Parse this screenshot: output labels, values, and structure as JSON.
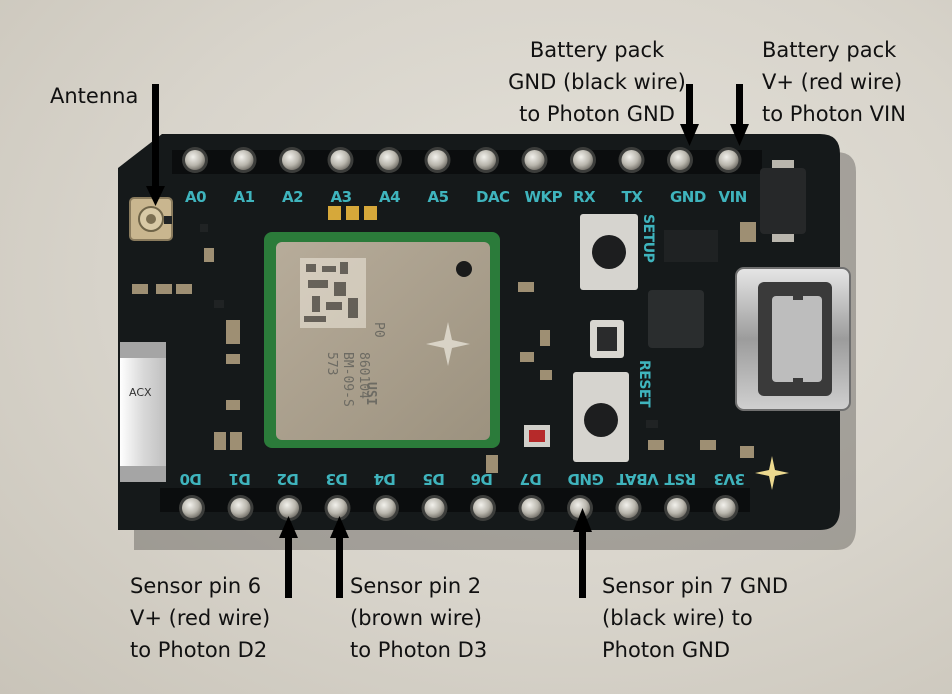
{
  "labels": {
    "antenna": "Antenna",
    "battery_gnd": [
      "Battery pack",
      "GND (black wire)",
      "to Photon GND"
    ],
    "battery_vin": [
      "Battery pack",
      "V+ (red wire)",
      "to Photon VIN"
    ],
    "sensor_pin6": [
      "Sensor pin 6",
      "V+ (red wire)",
      "to Photon D2"
    ],
    "sensor_pin2": [
      "Sensor pin 2",
      "(brown wire)",
      "to Photon D3"
    ],
    "sensor_pin7": [
      "Sensor pin 7 GND",
      "(black wire) to",
      "Photon GND"
    ]
  },
  "board": {
    "top_pins": [
      "A0",
      "A1",
      "A2",
      "A3",
      "A4",
      "A5",
      "DAC",
      "WKP",
      "RX",
      "TX",
      "GND",
      "VIN"
    ],
    "bottom_pins": [
      "D0",
      "D1",
      "D2",
      "D3",
      "D4",
      "D5",
      "D6",
      "D7",
      "GND",
      "VBAT",
      "RST",
      "3V3"
    ],
    "buttons": [
      "SETUP",
      "RESET"
    ],
    "module_text": [
      "P0",
      "860104",
      "BM-09-S",
      "573",
      "USI"
    ],
    "cap_text": "ACX"
  },
  "colors": {
    "pcb": "#15191a",
    "silkscreen": "#3fb4bd",
    "background": "#d9d5cc"
  }
}
